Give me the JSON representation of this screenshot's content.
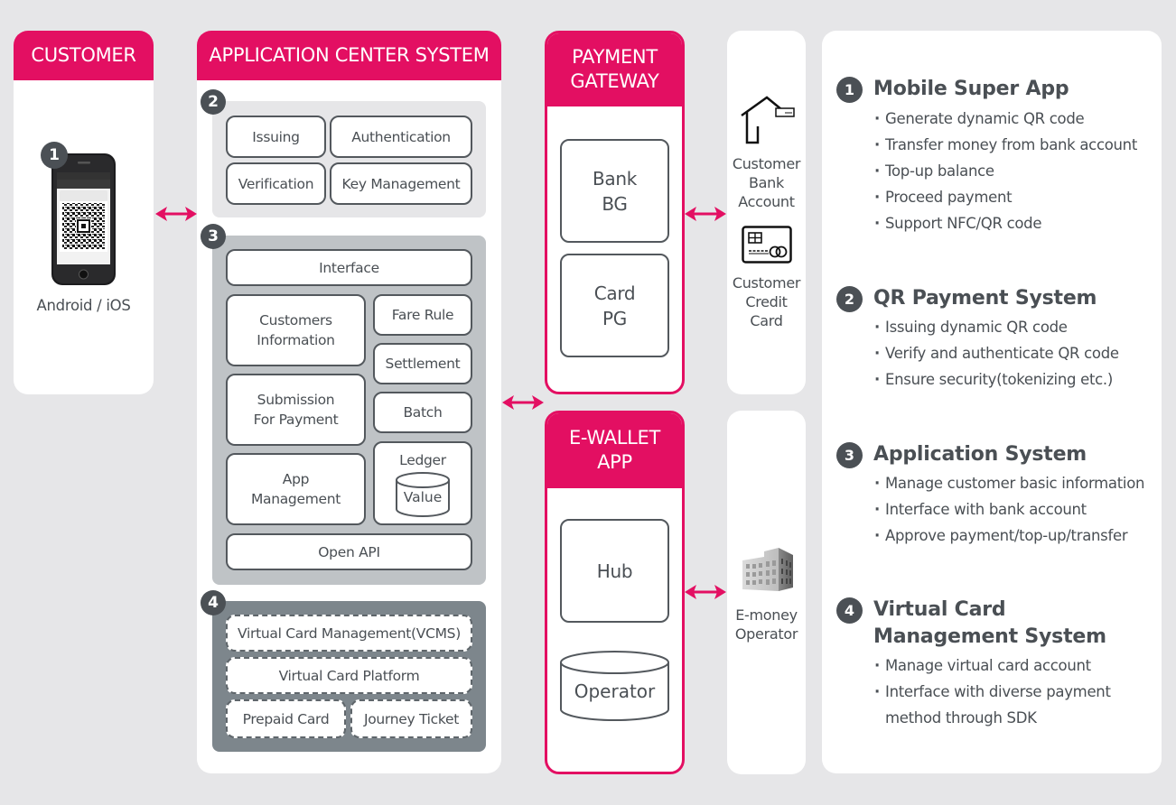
{
  "colors": {
    "accent": "#e30f62",
    "background": "#e6e6e8",
    "badge": "#4b5055",
    "box2_fill": "#e6e6e8",
    "box3_fill": "#bfc3c6",
    "box4_fill": "#7d868c"
  },
  "customer": {
    "title": "CUSTOMER",
    "badge": "1",
    "device_label": "Android / iOS",
    "icon": "smartphone-qr-icon"
  },
  "app_center": {
    "title": "APPLICATION CENTER SYSTEM",
    "qr_payment": {
      "badge": "2",
      "modules": [
        "Issuing",
        "Authentication",
        "Verification",
        "Key Management"
      ]
    },
    "application_system": {
      "badge": "3",
      "interface": "Interface",
      "customers_information": [
        "Customers",
        "Information"
      ],
      "fare_rule": "Fare Rule",
      "settlement": "Settlement",
      "submission": [
        "Submission",
        "For Payment"
      ],
      "batch": "Batch",
      "app_management": [
        "App",
        "Management"
      ],
      "ledger": "Ledger",
      "ledger_db": "Value",
      "open_api": "Open API"
    },
    "vcms": {
      "badge": "4",
      "modules": [
        "Virtual Card Management(VCMS)",
        "Virtual Card Platform",
        "Prepaid Card",
        "Journey Ticket"
      ]
    }
  },
  "payment_gateway": {
    "title": [
      "PAYMENT",
      "GATEWAY"
    ],
    "bank": [
      "Bank",
      "BG"
    ],
    "card": [
      "Card",
      "PG"
    ]
  },
  "ewallet": {
    "title": [
      "E-WALLET",
      "APP"
    ],
    "hub": "Hub",
    "operator_db": "Operator"
  },
  "externals": {
    "bank_account": {
      "icon": "house-icon",
      "label": [
        "Customer",
        "Bank",
        "Account"
      ]
    },
    "credit_card": {
      "icon": "credit-card-icon",
      "label": [
        "Customer",
        "Credit",
        "Card"
      ]
    },
    "emoney": {
      "icon": "building-icon",
      "label": [
        "E-money",
        "Operator"
      ]
    }
  },
  "info": {
    "sections": [
      {
        "badge": "1",
        "title": [
          "Mobile Super App"
        ],
        "items": [
          "Generate dynamic QR code",
          "Transfer money from bank account",
          "Top-up balance",
          "Proceed payment",
          "Support NFC/QR code"
        ]
      },
      {
        "badge": "2",
        "title": [
          "QR Payment System"
        ],
        "items": [
          "Issuing dynamic QR code",
          "Verify and authenticate QR code",
          "Ensure security(tokenizing etc.)"
        ]
      },
      {
        "badge": "3",
        "title": [
          "Application System"
        ],
        "items": [
          "Manage customer basic information",
          "Interface with bank account",
          "Approve payment/top-up/transfer"
        ]
      },
      {
        "badge": "4",
        "title": [
          "Virtual Card",
          "Management System"
        ],
        "items": [
          "Manage virtual card account",
          "Interface with diverse payment",
          "method through SDK"
        ]
      }
    ]
  }
}
